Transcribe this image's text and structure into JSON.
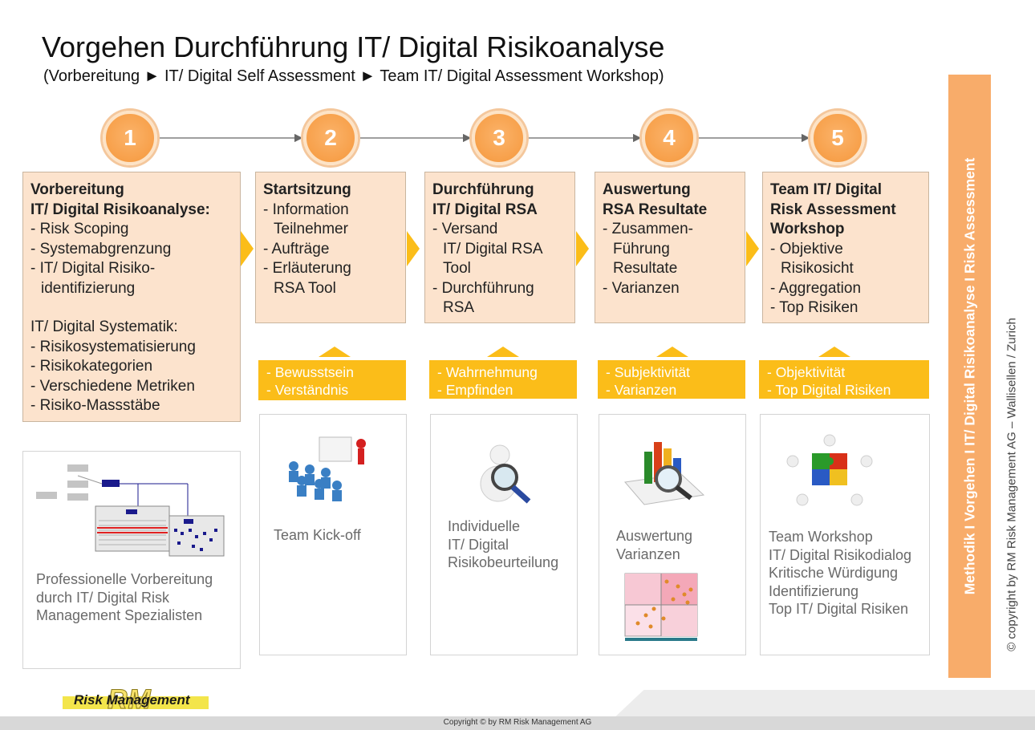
{
  "title": "Vorgehen Durchführung IT/ Digital Risikoanalyse",
  "subtitle": "(Vorbereitung ► IT/ Digital Self Assessment ► Team IT/ Digital Assessment Workshop)",
  "steps": [
    {
      "number": "1",
      "lines": [
        {
          "t": "Vorbereitung",
          "b": true
        },
        {
          "t": "IT/ Digital Risikoanalyse:",
          "b": true
        },
        {
          "t": "- Risk Scoping"
        },
        {
          "t": "- Systemabgrenzung"
        },
        {
          "t": "- IT/ Digital Risiko-"
        },
        {
          "t": "identifizierung",
          "i": true
        },
        {
          "t": "",
          "gap": true
        },
        {
          "t": "IT/ Digital Systematik:"
        },
        {
          "t": "- Risikosystematisierung"
        },
        {
          "t": "- Risikokategorien"
        },
        {
          "t": "- Verschiedene Metriken"
        },
        {
          "t": "- Risiko-Massstäbe"
        }
      ]
    },
    {
      "number": "2",
      "lines": [
        {
          "t": "Startsitzung",
          "b": true
        },
        {
          "t": "- Information"
        },
        {
          "t": "Teilnehmer",
          "i": true
        },
        {
          "t": "- Aufträge"
        },
        {
          "t": "- Erläuterung"
        },
        {
          "t": "RSA Tool",
          "i": true
        }
      ]
    },
    {
      "number": "3",
      "lines": [
        {
          "t": "Durchführung",
          "b": true
        },
        {
          "t": "IT/ Digital RSA",
          "b": true
        },
        {
          "t": "- Versand"
        },
        {
          "t": "IT/ Digital RSA",
          "i": true
        },
        {
          "t": "Tool",
          "i": true
        },
        {
          "t": "- Durchführung"
        },
        {
          "t": "RSA",
          "i": true
        }
      ]
    },
    {
      "number": "4",
      "lines": [
        {
          "t": "Auswertung",
          "b": true
        },
        {
          "t": "RSA Resultate",
          "b": true
        },
        {
          "t": "- Zusammen-"
        },
        {
          "t": "Führung",
          "i": true
        },
        {
          "t": "Resultate",
          "i": true
        },
        {
          "t": "- Varianzen"
        }
      ]
    },
    {
      "number": "5",
      "lines": [
        {
          "t": "Team IT/ Digital",
          "b": true
        },
        {
          "t": "Risk Assessment",
          "b": true
        },
        {
          "t": "Workshop",
          "b": true
        },
        {
          "t": "- Objektive"
        },
        {
          "t": "Risikosicht",
          "i": true
        },
        {
          "t": "- Aggregation"
        },
        {
          "t": "- Top Risiken"
        }
      ]
    }
  ],
  "callouts": [
    [
      "- Bewusstsein",
      "- Verständnis"
    ],
    [
      "- Wahrnehmung",
      "- Empfinden"
    ],
    [
      "- Subjektivität",
      "- Varianzen"
    ],
    [
      "- Objektivität",
      "- Top Digital Risiken"
    ]
  ],
  "cards": [
    [
      "Professionelle Vorbereitung",
      "durch IT/ Digital Risk",
      "Management Spezialisten"
    ],
    [
      "Team Kick-off"
    ],
    [
      "Individuelle",
      "IT/ Digital",
      "Risikobeurteilung"
    ],
    [
      "Auswertung",
      "Varianzen"
    ],
    [
      "Team Workshop",
      "IT/ Digital Risikodialog",
      "Kritische Würdigung",
      "Identifizierung",
      "Top IT/ Digital Risiken"
    ]
  ],
  "side_band": "Methodik I Vorgehen I IT/ Digital Risikoanalyse I Risk Assessment",
  "side_copyright": "© copyright by RM Risk Management AG – Wallisellen / Zurich",
  "footer_copyright": "Copyright © by RM Risk Management AG",
  "logo": {
    "mark": "RM",
    "text": "Risk Management"
  },
  "colors": {
    "orange": "#f7a04a",
    "box_fill": "#fce3cd",
    "yellow": "#fbbd19",
    "band": "#f8ac6a"
  }
}
